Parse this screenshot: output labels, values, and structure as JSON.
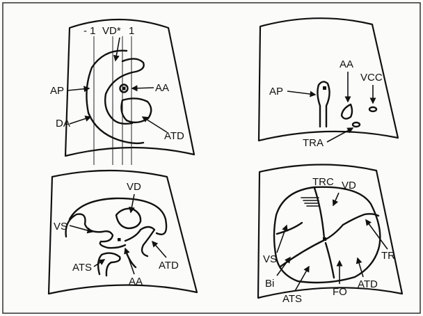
{
  "panels": {
    "top_left": {
      "labels": {
        "minus_one": "- 1",
        "vd_star": "VD*",
        "one": "1",
        "ap": "AP",
        "aa": "AA",
        "da": "DA",
        "atd": "ATD"
      }
    },
    "top_right": {
      "labels": {
        "aa": "AA",
        "vcc": "VCC",
        "ap": "AP",
        "tra": "TRA"
      }
    },
    "bottom_left": {
      "labels": {
        "vd": "VD",
        "vs": "VS",
        "ats": "ATS",
        "aa": "AA",
        "atd": "ATD"
      }
    },
    "bottom_right": {
      "labels": {
        "trc": "TRC",
        "vd": "VD",
        "vs": "VS",
        "tr": "TR",
        "bi": "Bi",
        "ats": "ATS",
        "fo": "FO",
        "atd": "ATD"
      }
    }
  }
}
